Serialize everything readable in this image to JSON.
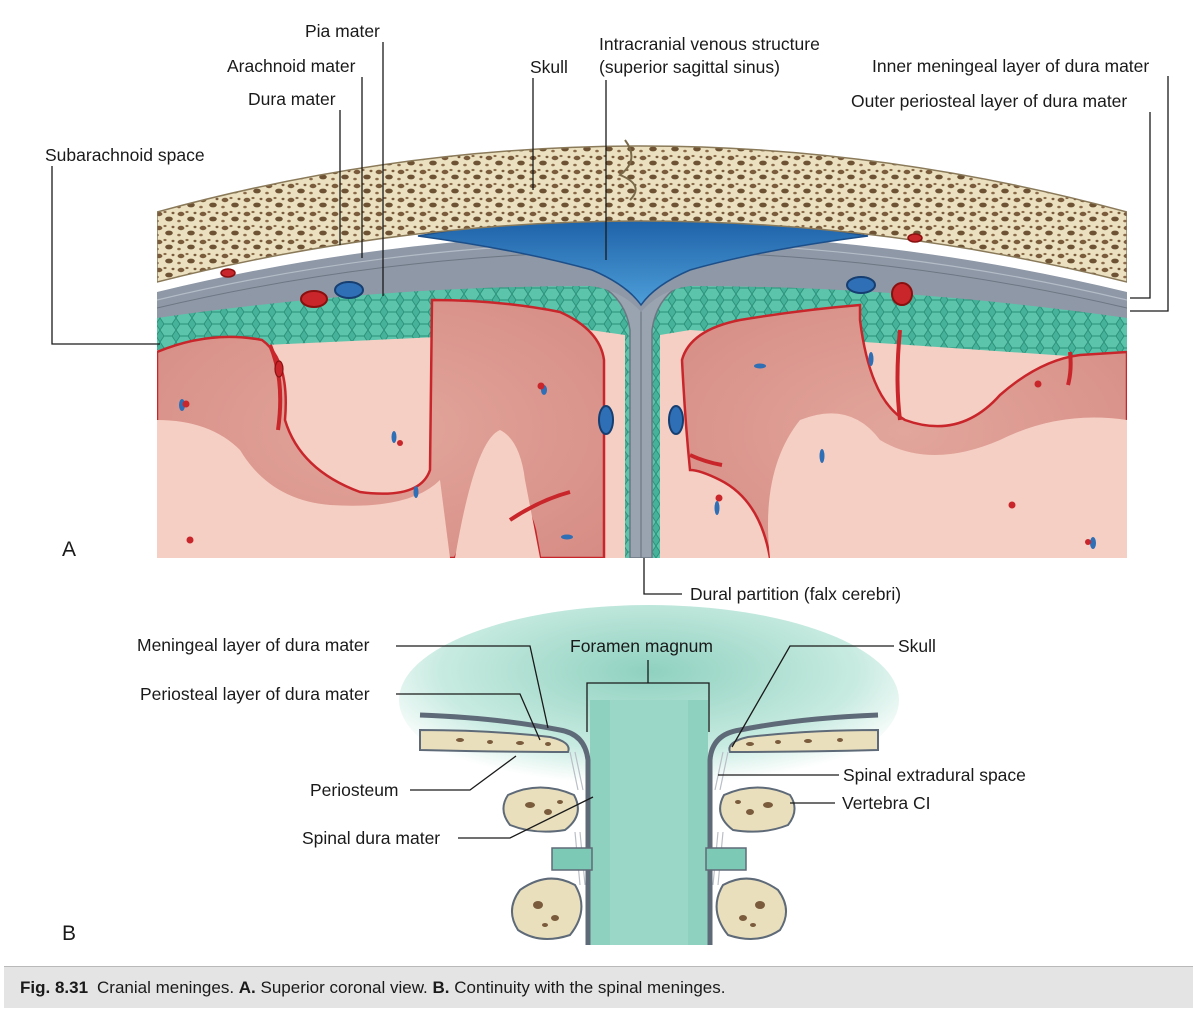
{
  "panel_a": {
    "letter": "A",
    "labels": {
      "pia_mater": "Pia mater",
      "arachnoid_mater": "Arachnoid mater",
      "dura_mater": "Dura mater",
      "subarachnoid_space": "Subarachnoid space",
      "skull": "Skull",
      "venous_line1": "Intracranial venous structure",
      "venous_line2": "(superior sagittal sinus)",
      "inner_meningeal": "Inner meningeal layer of dura mater",
      "outer_periosteal": "Outer periosteal layer of dura mater",
      "falx": "Dural partition (falx cerebri)"
    }
  },
  "panel_b": {
    "letter": "B",
    "labels": {
      "meningeal_layer": "Meningeal layer of dura mater",
      "periosteal_layer": "Periosteal layer of dura mater",
      "periosteum": "Periosteum",
      "spinal_dura": "Spinal dura mater",
      "foramen_magnum": "Foramen magnum",
      "skull": "Skull",
      "spinal_extradural": "Spinal extradural space",
      "vertebra": "Vertebra CI"
    }
  },
  "caption": {
    "fig_number": "Fig. 8.31",
    "text1": "Cranial meninges.",
    "a_letter": "A.",
    "text2": "Superior coronal view.",
    "b_letter": "B.",
    "text3": "Continuity with the spinal meninges."
  },
  "colors": {
    "bone": "#e9dfbd",
    "bone_pores": "#7a5c3c",
    "dura": "#8e98a6",
    "arachnoid": "#4fb8a0",
    "pia": "#c8262b",
    "grey_matter": "#dc9a91",
    "white_matter": "#f6cfc4",
    "sinus": "#2f7fc4"
  }
}
